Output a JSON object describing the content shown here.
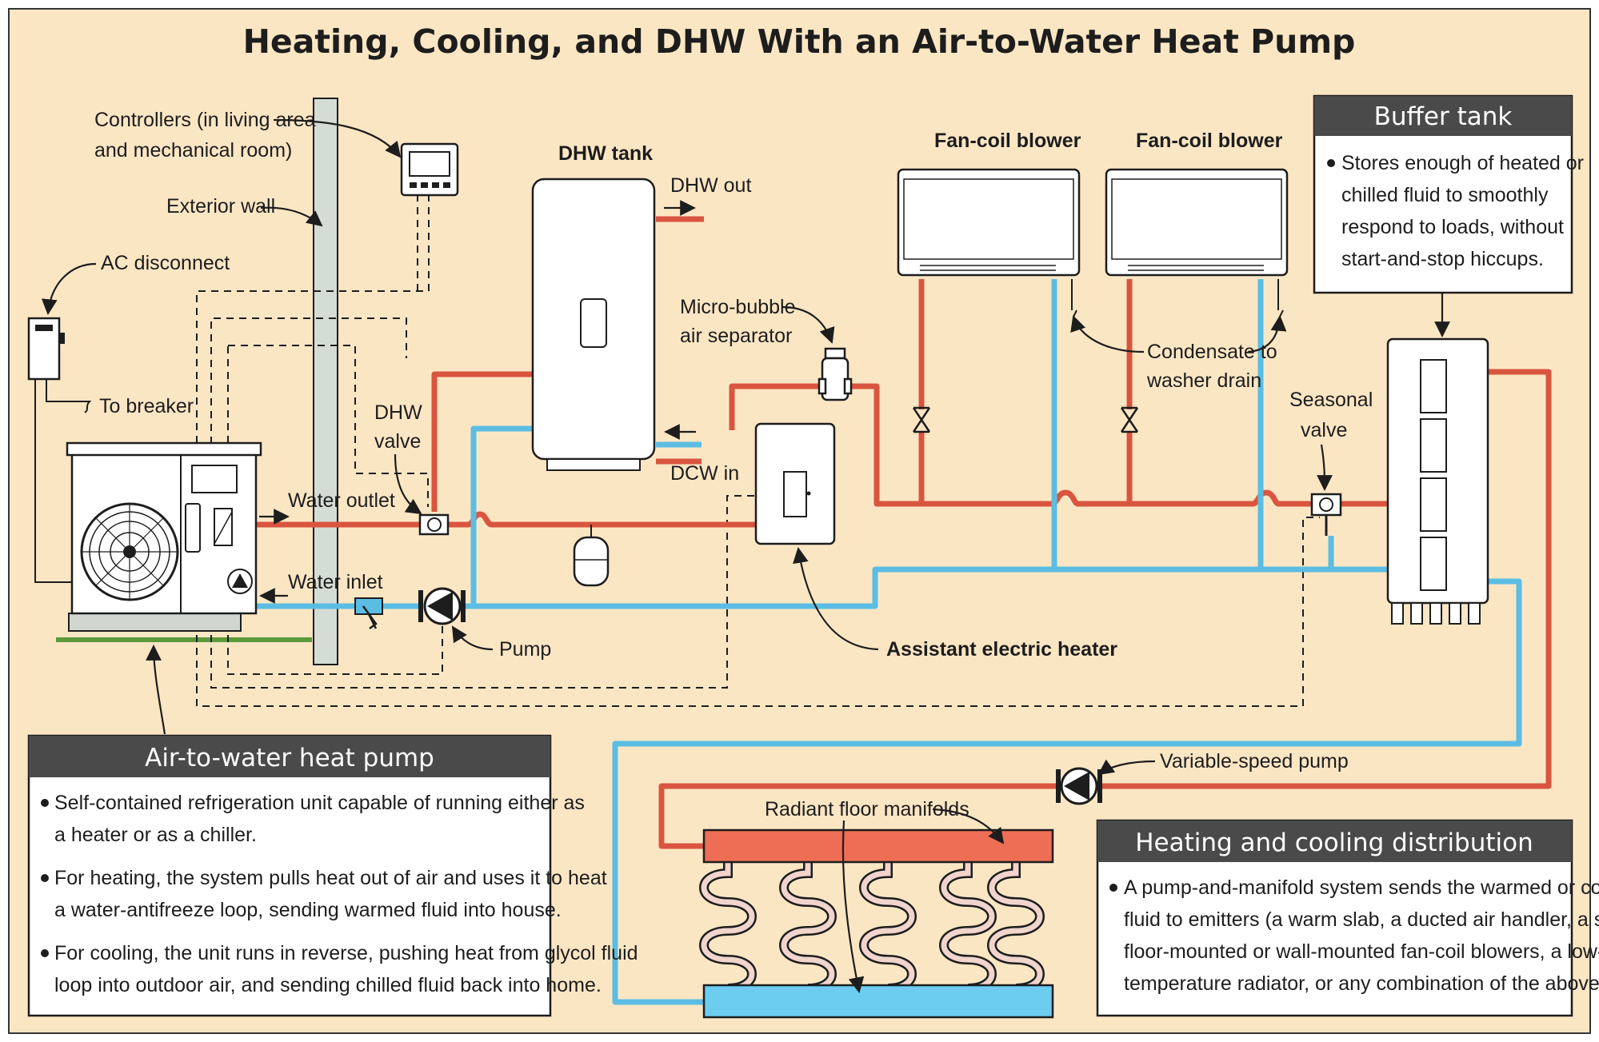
{
  "title": "Heating, Cooling, and DHW With an Air-to-Water Heat Pump",
  "labels": {
    "controllers": [
      "Controllers (in living area",
      "and mechanical room)"
    ],
    "exterior_wall": "Exterior wall",
    "ac_disconnect": "AC disconnect",
    "to_breaker": "To breaker",
    "dhw_tank": "DHW tank",
    "dhw_out": "DHW out",
    "dcw_in": "DCW in",
    "dhw_valve": [
      "DHW",
      "valve"
    ],
    "water_outlet": "Water outlet",
    "water_inlet": "Water inlet",
    "pump": "Pump",
    "micro_bubble": [
      "Micro-bubble",
      "air separator"
    ],
    "fan_coil_1": "Fan-coil blower",
    "fan_coil_2": "Fan-coil blower",
    "condensate": [
      "Condensate to",
      "washer drain"
    ],
    "seasonal_valve": [
      "Seasonal",
      "valve"
    ],
    "assistant_heater": "Assistant electric heater",
    "variable_pump": "Variable-speed pump",
    "radiant_manifolds": "Radiant floor manifolds"
  },
  "boxes": {
    "buffer_tank": {
      "title": "Buffer tank",
      "lines": [
        "Stores enough of heated or",
        "chilled fluid to smoothly",
        "respond to loads, without",
        "start-and-stop hiccups."
      ]
    },
    "heat_pump": {
      "title": "Air-to-water heat pump",
      "bullets": [
        [
          "Self-contained refrigeration unit capable of running either as",
          "a heater or as a chiller."
        ],
        [
          "For heating, the system pulls heat out of air and uses it to heat",
          "a water-antifreeze loop, sending warmed fluid into house."
        ],
        [
          "For cooling, the unit runs in reverse, pushing heat from glycol fluid",
          "loop into outdoor air, and sending chilled fluid back into home."
        ]
      ]
    },
    "distribution": {
      "title": "Heating and cooling distribution",
      "lines": [
        "A pump-and-manifold system sends the warmed or cooled",
        "fluid to emitters (a warm slab, a ducted air handler, a set of",
        "floor-mounted or wall-mounted fan-coil blowers, a low-",
        "temperature radiator, or any combination of the above)."
      ]
    }
  },
  "colors": {
    "background": "#fbe6c4",
    "hot_pipe": "#d9553f",
    "cold_pipe": "#5bbde3",
    "box_header": "#4a4a4a",
    "manifold_hot": "#ee6e55",
    "manifold_cold": "#6ccdf0"
  }
}
